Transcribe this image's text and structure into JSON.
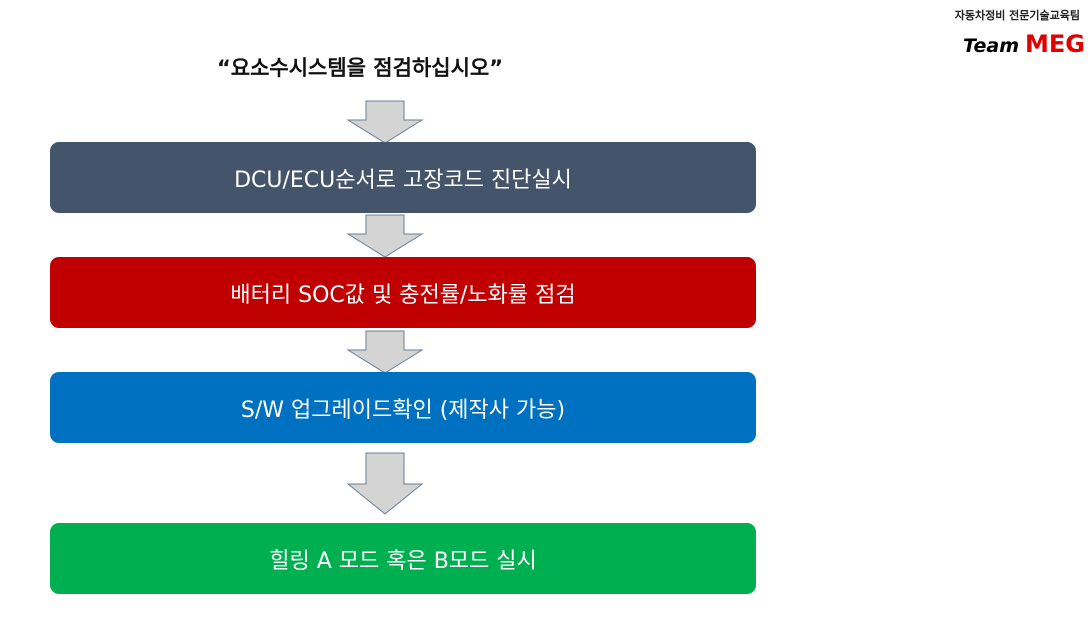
{
  "header": {
    "org": "자동차정비 전문기술교육팀",
    "logo_team": "Team",
    "logo_brand": "MEG"
  },
  "title": "“요소수시스템을  점검하십시오”",
  "colors": {
    "arrow_fill": "#d4d4d4",
    "arrow_stroke": "#6b7f95",
    "logo_brand": "#e00000"
  },
  "steps": [
    {
      "label": "DCU/ECU순서로  고장코드  진단실시",
      "color": "#44546a"
    },
    {
      "label": "배터리  SOC값  및  충전률/노화률  점검",
      "color": "#c00000"
    },
    {
      "label": "S/W  업그레이드확인  (제작사  가능)",
      "color": "#0070c0"
    },
    {
      "label": "힐링  A  모드  혹은  B모드  실시",
      "color": "#00b050"
    }
  ]
}
